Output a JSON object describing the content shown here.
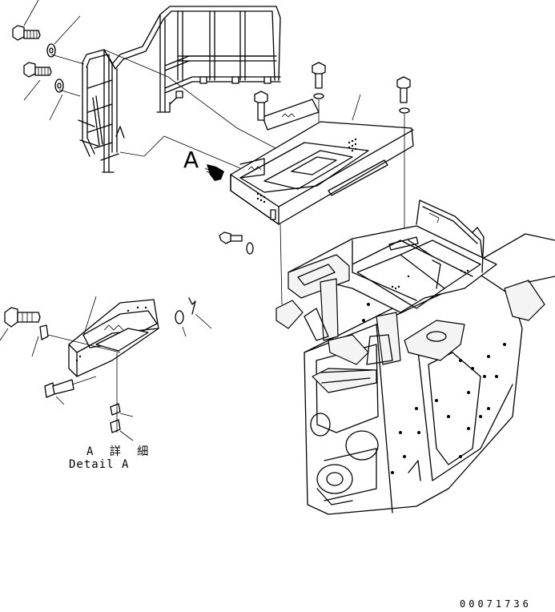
{
  "figure": {
    "view_marker": "A",
    "detail_title_jp": "A 詳 細",
    "detail_title_en": "Detail A",
    "drawing_code": "00071736"
  }
}
